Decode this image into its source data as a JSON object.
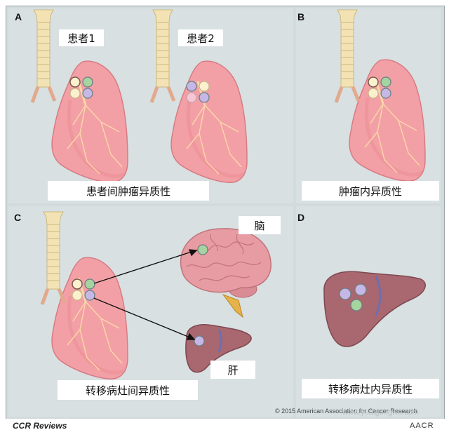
{
  "panels": {
    "a": {
      "letter": "A",
      "patient1": "患者1",
      "patient2": "患者2",
      "caption": "患者间肿瘤异质性"
    },
    "b": {
      "letter": "B",
      "caption": "肿瘤内异质性"
    },
    "c": {
      "letter": "C",
      "brain": "脑",
      "liver": "肝",
      "caption": "转移病灶间异质性"
    },
    "d": {
      "letter": "D",
      "caption": "转移病灶内异质性"
    }
  },
  "credit": "© 2015 American Association for Cancer Research",
  "journal": "CCR Reviews",
  "publisher_logo": "AACR",
  "watermark": "www.yuaigongwu.com",
  "colors": {
    "background": "#d2dadb",
    "lung": "#f2a0a6",
    "trachea": "#f3e3b4",
    "brain": "#e79ba2",
    "liver": "#a9676f",
    "clone_green": "#a6d4a0",
    "clone_lilac": "#c6b8e6",
    "clone_cream": "#fbf1cf",
    "clone_pink": "#f6c6d3"
  }
}
